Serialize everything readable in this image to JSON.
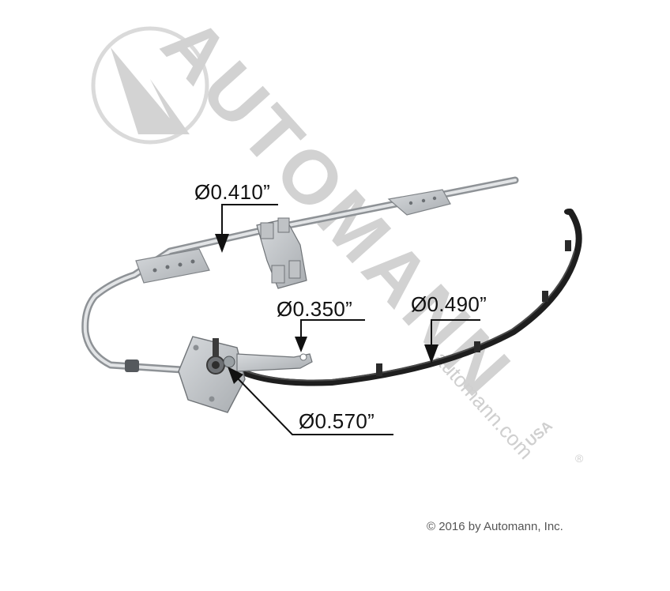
{
  "dimensions": {
    "rod_diameter": "Ø0.410”",
    "hole_diameter": "Ø0.350”",
    "cable_diameter": "Ø0.490”",
    "drive_diameter": "Ø0.570”"
  },
  "watermark": {
    "brand": "AUTOMANN",
    "region": "USA",
    "url": "automann.com",
    "registered": "®"
  },
  "copyright": "© 2016 by Automann, Inc.",
  "colors": {
    "watermark": "#d2d2d2",
    "cable": "#1e1e1e",
    "metal": "#b9bcbf",
    "annotation": "#111111"
  }
}
